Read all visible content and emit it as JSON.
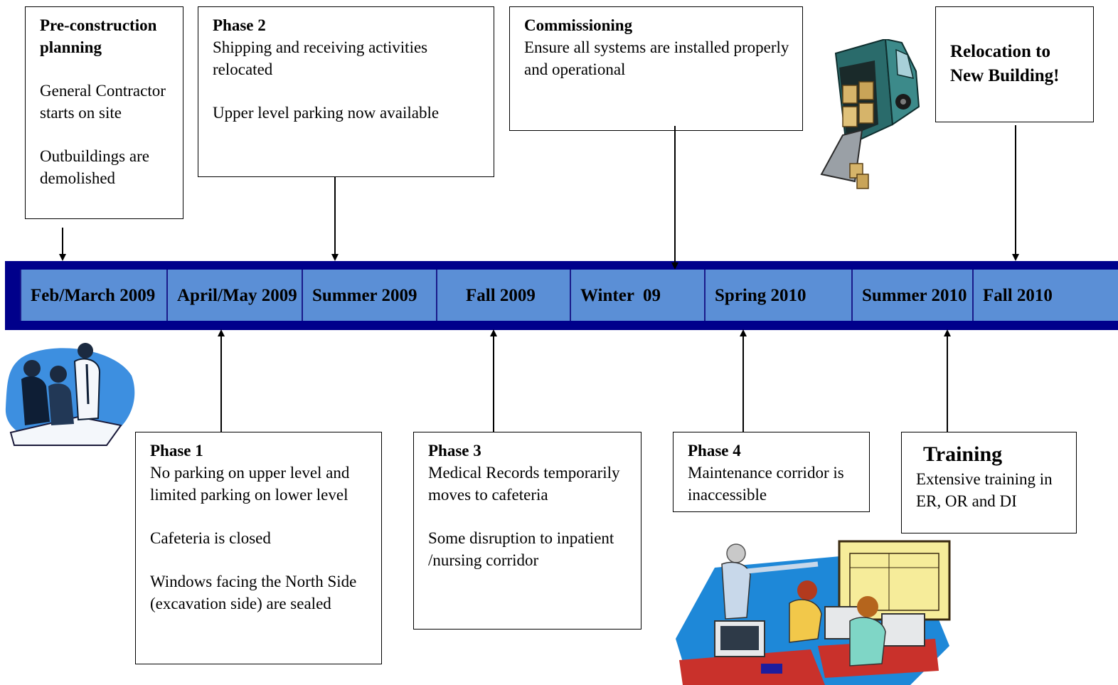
{
  "top_boxes": {
    "preconstruction": {
      "title": "Pre-construction planning",
      "line1": "General Contractor starts on site",
      "line2": "Outbuildings are demolished"
    },
    "phase2": {
      "title": "Phase 2",
      "line1": "Shipping and receiving activities relocated",
      "line2": "Upper level parking now available"
    },
    "commissioning": {
      "title": "Commissioning",
      "line1": "Ensure all systems are installed properly and operational"
    },
    "relocation": {
      "title": "Relocation to New Building!"
    }
  },
  "timeline": {
    "periods": [
      "Feb/March 2009",
      "April/May 2009",
      "Summer 2009",
      "Fall 2009",
      "Winter  09",
      "Spring 2010",
      "Summer 2010",
      "Fall 2010"
    ],
    "colors": {
      "bar_border": "#00008b",
      "bar_fill": "#5b8fd6"
    }
  },
  "bottom_boxes": {
    "phase1": {
      "title": "Phase 1",
      "line1": "No parking on upper level and limited parking on lower level",
      "line2": "Cafeteria is closed",
      "line3": "Windows facing the North Side (excavation side) are sealed"
    },
    "phase3": {
      "title": "Phase 3",
      "line1": "Medical Records temporarily moves to cafeteria",
      "line2": "Some disruption to inpatient /nursing corridor"
    },
    "phase4": {
      "title": "Phase 4",
      "line1": "Maintenance corridor is inaccessible"
    },
    "training": {
      "title": "Training",
      "line1": "Extensive training in ER, OR and DI"
    }
  },
  "clipart": {
    "planning": "planning-team-clipart",
    "truck": "moving-truck-clipart",
    "training": "computer-training-clipart"
  }
}
